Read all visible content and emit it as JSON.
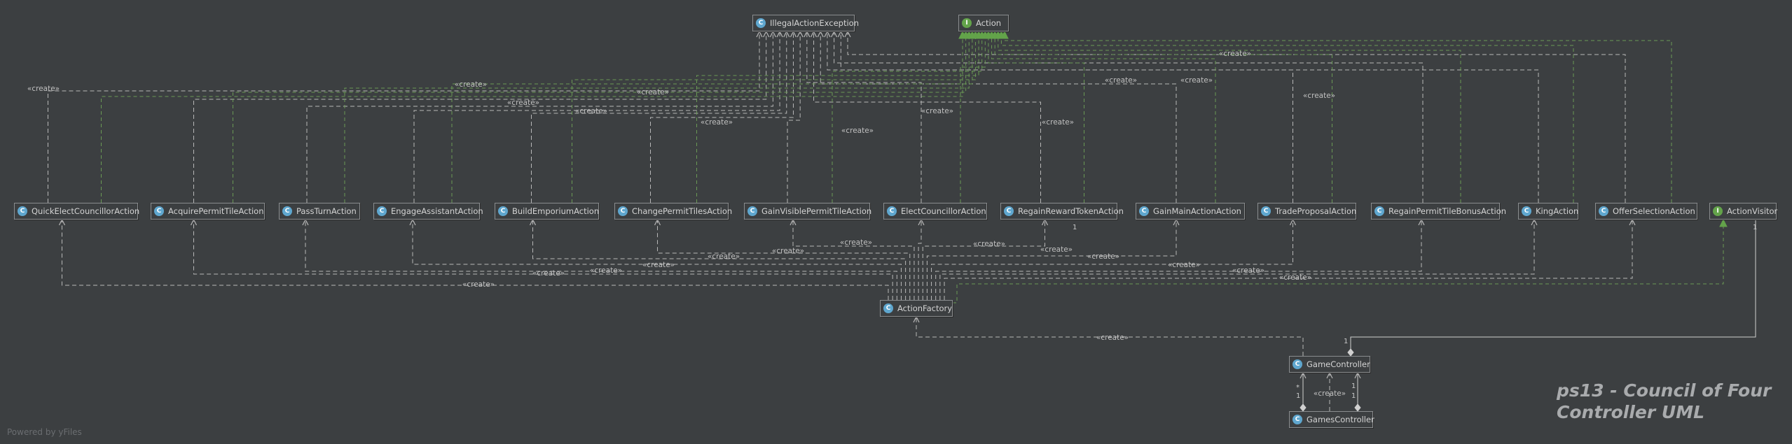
{
  "diagram": {
    "title": "ps13 - Council of Four\nController UML",
    "footer": "Powered by yFiles",
    "edge_label": "«create»",
    "colors": {
      "background": "#3c3f41",
      "dependency": "#b8b8b8",
      "realization": "#6a9955",
      "class_icon": "#5fa7cf",
      "interface_icon": "#63a34a"
    },
    "nodes": [
      {
        "id": "IllegalActionException",
        "kind": "class",
        "icon": "C"
      },
      {
        "id": "Action",
        "kind": "interface",
        "icon": "I"
      },
      {
        "id": "QuickElectCouncillorAction",
        "kind": "class",
        "icon": "C"
      },
      {
        "id": "AcquirePermitTileAction",
        "kind": "class",
        "icon": "C"
      },
      {
        "id": "PassTurnAction",
        "kind": "class",
        "icon": "C"
      },
      {
        "id": "EngageAssistantAction",
        "kind": "class",
        "icon": "C"
      },
      {
        "id": "BuildEmporiumAction",
        "kind": "class",
        "icon": "C"
      },
      {
        "id": "ChangePermitTilesAction",
        "kind": "class",
        "icon": "C"
      },
      {
        "id": "GainVisiblePermitTileAction",
        "kind": "class",
        "icon": "C"
      },
      {
        "id": "ElectCouncillorAction",
        "kind": "class",
        "icon": "C"
      },
      {
        "id": "RegainRewardTokenAction",
        "kind": "class",
        "icon": "C"
      },
      {
        "id": "GainMainActionAction",
        "kind": "class",
        "icon": "C"
      },
      {
        "id": "TradeProposalAction",
        "kind": "class",
        "icon": "C"
      },
      {
        "id": "RegainPermitTileBonusAction",
        "kind": "class",
        "icon": "C"
      },
      {
        "id": "KingAction",
        "kind": "class",
        "icon": "C"
      },
      {
        "id": "OfferSelectionAction",
        "kind": "class",
        "icon": "C"
      },
      {
        "id": "ActionVisitor",
        "kind": "interface",
        "icon": "I"
      },
      {
        "id": "ActionFactory",
        "kind": "class",
        "icon": "C"
      },
      {
        "id": "GameController",
        "kind": "class",
        "icon": "C"
      },
      {
        "id": "GamesController",
        "kind": "class",
        "icon": "C"
      }
    ],
    "multiplicities": [
      "1",
      "1",
      "1",
      "*",
      "1",
      "1",
      "1"
    ]
  }
}
